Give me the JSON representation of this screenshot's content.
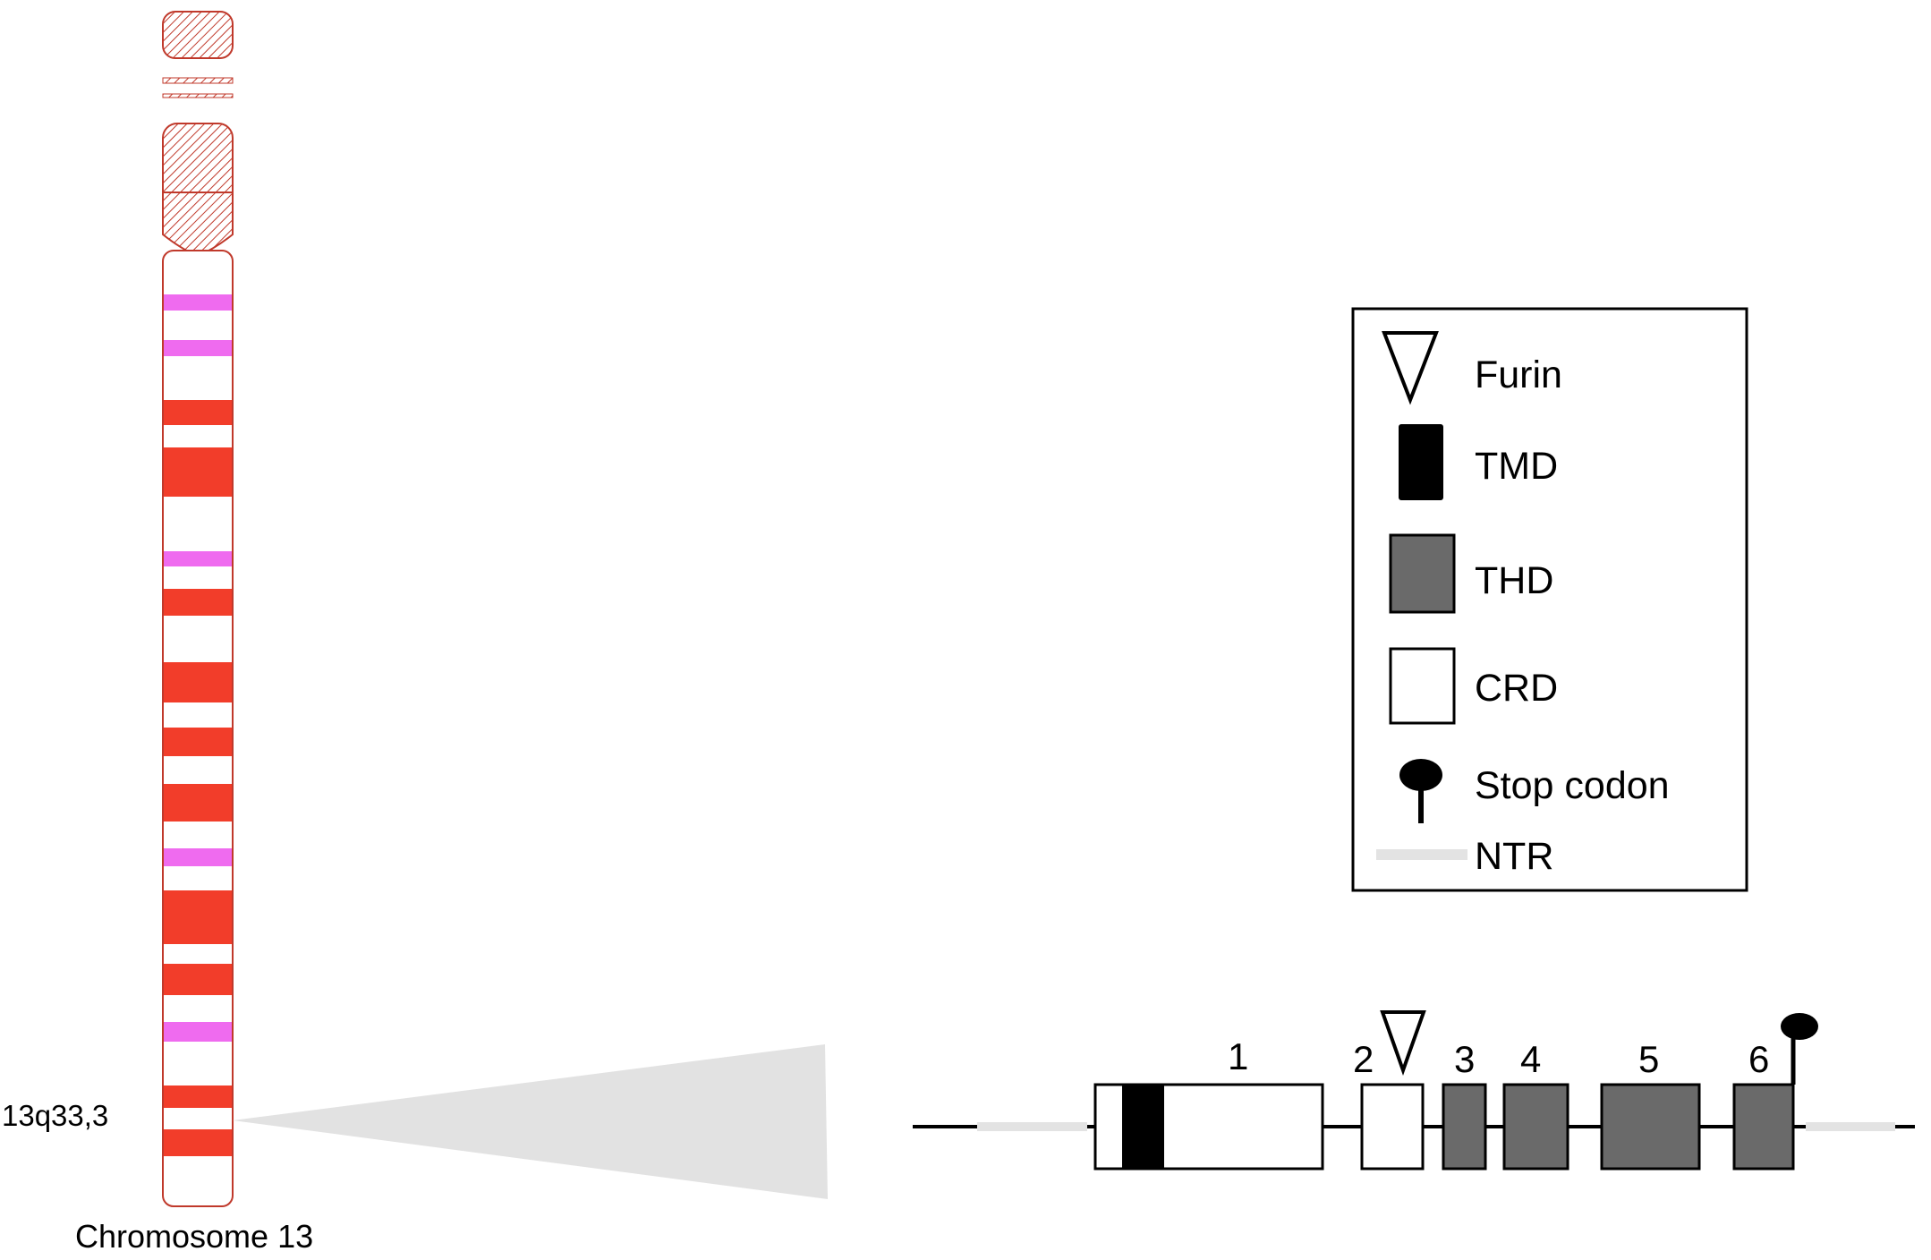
{
  "chromosome": {
    "name": "Chromosome 13",
    "locus": "13q33,3"
  },
  "legend": {
    "items": [
      {
        "key": "furin",
        "label": "Furin"
      },
      {
        "key": "tmd",
        "label": "TMD"
      },
      {
        "key": "thd",
        "label": "THD"
      },
      {
        "key": "crd",
        "label": "CRD"
      },
      {
        "key": "stop",
        "label": "Stop codon"
      },
      {
        "key": "ntr",
        "label": "NTR"
      }
    ]
  },
  "gene": {
    "exons": [
      {
        "label": "1",
        "type": "CRD"
      },
      {
        "label": "2",
        "type": "CRD"
      },
      {
        "label": "3",
        "type": "THD"
      },
      {
        "label": "4",
        "type": "THD"
      },
      {
        "label": "5",
        "type": "THD"
      },
      {
        "label": "6",
        "type": "THD"
      }
    ]
  },
  "colors": {
    "band_red": "#f23d2a",
    "band_pink": "#ef6bef",
    "outline_red": "#c0392b",
    "thd_gray": "#6a6a6a",
    "ntr_gray": "#e3e3e3",
    "zoom_gray": "#e2e2e2"
  }
}
